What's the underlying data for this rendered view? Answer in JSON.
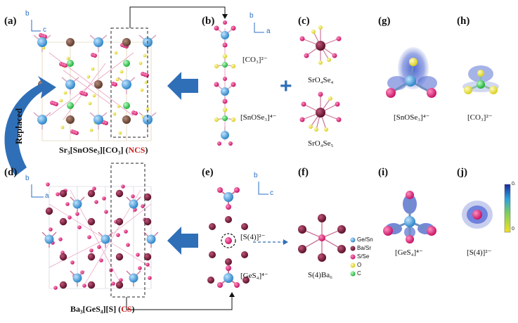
{
  "colors": {
    "ge_sn": "#3fa0e0",
    "ba_sr": "#7a1c3a",
    "s_se": "#e0267a",
    "o": "#f4ec3a",
    "c": "#2fd84a",
    "arrow_blue": "#2f6fb7",
    "ncs_red": "#d11b1b"
  },
  "panels": {
    "a": {
      "letter": "(a)",
      "axis_b": "b",
      "axis_c": "c"
    },
    "b": {
      "letter": "(b)",
      "axis_b": "b",
      "axis_a": "a",
      "label_co3": "[CO₃]²⁻",
      "label_snose3": "[SnOSe₃]⁴⁻"
    },
    "c": {
      "letter": "(c)",
      "label_srose4": "SrO₄Se₄",
      "label_srose5": "SrO₄Se₅"
    },
    "d": {
      "letter": "(d)",
      "axis_b": "b",
      "axis_a": "a"
    },
    "e": {
      "letter": "(e)",
      "axis_b": "b",
      "axis_c": "c",
      "label_s4": "[S(4)]²⁻",
      "label_ges4": "[GeS₄]⁴⁻"
    },
    "f": {
      "letter": "(f)",
      "label_sba6": "S(4)Ba₆"
    },
    "g": {
      "letter": "(g)",
      "label": "[SnOSe₃]⁴⁻"
    },
    "h": {
      "letter": "(h)",
      "label": "[CO₃]²⁻"
    },
    "i": {
      "letter": "(i)",
      "label": "[GeS₄]⁴⁻"
    },
    "j": {
      "letter": "(j)",
      "label": "[S(4)]²⁻",
      "scale_top": "0.",
      "scale_bottom": "0"
    }
  },
  "formula_top": {
    "main": "Sr₃[SnOSe₃][CO₃]",
    "tag": "NCS"
  },
  "formula_bottom": {
    "main": "Ba₃[GeS₄][S]",
    "tag": "CS"
  },
  "replaced_label": "Replaced",
  "plus_sign": "+",
  "legend": [
    {
      "label": "Ge/Sn",
      "color": "#3fa0e0"
    },
    {
      "label": "Ba/Sr",
      "color": "#7a1c3a"
    },
    {
      "label": "S/Se",
      "color": "#e0267a"
    },
    {
      "label": "O",
      "color": "#f4ec3a"
    },
    {
      "label": "C",
      "color": "#2fd84a"
    }
  ]
}
